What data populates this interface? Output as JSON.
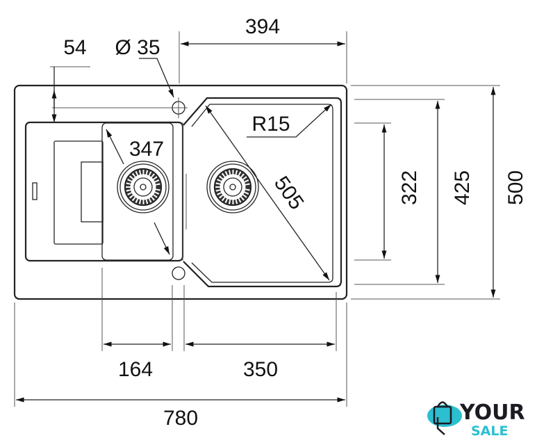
{
  "dimensions": {
    "top_width": "394",
    "edge_offset": "54",
    "tap_hole": "Ø 35",
    "small_bowl_diagonal": "347",
    "radius": "R15",
    "large_bowl_diagonal": "505",
    "bowl_depth_inner": "322",
    "bowl_depth_outer": "425",
    "total_depth": "500",
    "small_bowl_width": "164",
    "large_bowl_width": "350",
    "total_width": "780"
  },
  "logo": {
    "line1": "YOUR",
    "line2": "SALE",
    "accent": "#2bbfd0",
    "dark": "#1b1b22"
  }
}
